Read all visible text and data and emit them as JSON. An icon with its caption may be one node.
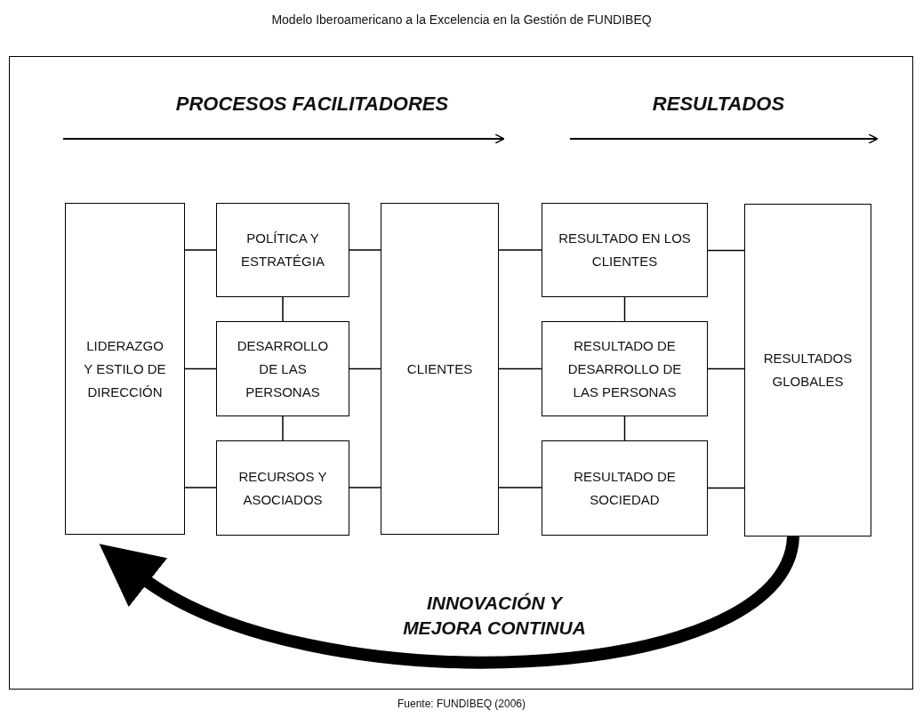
{
  "diagram": {
    "title": "Modelo Iberoamericano a la Excelencia en la Gestión de FUNDIBEQ",
    "caption": "Fuente: FUNDIBEQ (2006)",
    "nodes": [
      {
        "text": [],
        "shape": "box"
      },
      {
        "text": [
          "LIDERAZGO Y ESTILO DE DIRECCIÓN"
        ],
        "in": 0
      },
      {
        "text": [
          "POLÍTICA Y ESTRATÉGIA"
        ],
        "in": 0
      },
      {
        "text": [
          "DESARROLLO DE LAS PERSONAS"
        ],
        "in": 0
      },
      {
        "text": [
          "RECURSOS Y ASOCIADOS"
        ],
        "in": 0
      },
      {
        "text": [
          "CLIENTES"
        ],
        "in": 0
      },
      {
        "text": [
          "RESULTADO EN LOS CLIENTES"
        ],
        "in": 0
      },
      {
        "text": [
          "RESULTADO DE DESARROLLO DE LAS PERSONAS"
        ],
        "in": 0
      },
      {
        "text": [
          "RESULTADO DE SOCIEDAD"
        ],
        "in": 0
      },
      {
        "text": [
          "RESULTADOS GLOBALES"
        ],
        "in": 0
      }
    ],
    "edges": [
      {
        "from": 1,
        "to": 2,
        "arrow": "none"
      },
      {
        "from": 1,
        "to": 3,
        "arrow": "none"
      },
      {
        "from": 1,
        "to": 4,
        "arrow": "none"
      },
      {
        "from": 2,
        "to": 3,
        "arrow": "none"
      },
      {
        "from": 3,
        "to": 4,
        "arrow": "none"
      },
      {
        "from": 2,
        "to": 5,
        "arrow": "none"
      },
      {
        "from": 3,
        "to": 5,
        "arrow": "none"
      },
      {
        "from": 4,
        "to": 5,
        "arrow": "none"
      },
      {
        "from": 5,
        "to": 6,
        "arrow": "none"
      },
      {
        "from": 5,
        "to": 7,
        "arrow": "none"
      },
      {
        "from": 5,
        "to": 8,
        "arrow": "none"
      },
      {
        "from": 6,
        "to": 7,
        "arrow": "none"
      },
      {
        "from": 7,
        "to": 8,
        "arrow": "none"
      },
      {
        "from": 6,
        "to": 9,
        "arrow": "none"
      },
      {
        "from": 7,
        "to": 9,
        "arrow": "none"
      },
      {
        "from": 8,
        "to": 9,
        "arrow": "none"
      },
      {
        "from": 9,
        "to": 1,
        "arrow": "to",
        "style": "thick",
        "label": "INNOVACIÓN Y MEJORA CONTINUA"
      }
    ],
    "labels": [
      "PROCESOS FACILITADORES",
      "RESULTADOS"
    ]
  }
}
